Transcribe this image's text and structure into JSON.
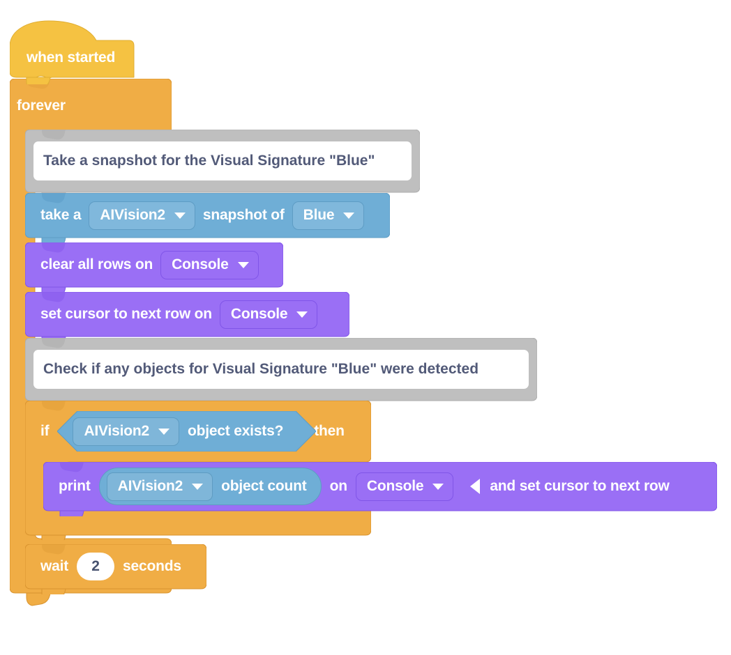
{
  "palette": {
    "event_yellow": "#F5C242",
    "control_orange": "#F0AD45",
    "control_orange_stroke": "#D9942F",
    "sensing_blue": "#6FAED6",
    "sensing_blue_stroke": "#5E9CC4",
    "console_purple": "#9A6FF5",
    "console_purple_stroke": "#8055E8",
    "comment_gray": "#BFBFBF",
    "comment_gray_stroke": "#ADADAD",
    "comment_text": "#525A78",
    "block_text": "#FFFFFF",
    "canvas": "#FFFFFF"
  },
  "program": {
    "hat": {
      "label": "when started",
      "icon": "hat-block-shape"
    },
    "forever": {
      "label": "forever",
      "loop_icon": "loop-arrow-icon"
    },
    "blocks": [
      {
        "kind": "comment",
        "text": "Take a snapshot for the Visual Signature \"Blue\""
      },
      {
        "kind": "sensing",
        "parts": [
          "take a",
          "snapshot of"
        ],
        "dropdowns": [
          "AIVision2",
          "Blue"
        ]
      },
      {
        "kind": "console",
        "parts": [
          "clear all rows on"
        ],
        "dropdowns": [
          "Console"
        ]
      },
      {
        "kind": "console",
        "parts": [
          "set cursor to next row on"
        ],
        "dropdowns": [
          "Console"
        ]
      },
      {
        "kind": "comment",
        "text": "Check if any objects for Visual Signature \"Blue\" were detected"
      },
      {
        "kind": "if",
        "prefix": "if",
        "suffix": "then",
        "condition": {
          "dropdown": "AIVision2",
          "text": "object exists?"
        },
        "body": [
          {
            "kind": "console-print",
            "prefix": "print",
            "middle": "on",
            "tail": "and set cursor to next row",
            "reporter": {
              "dropdown": "AIVision2",
              "text": "object count"
            },
            "dropdown": "Console",
            "collapse_icon": "triangle-left-icon"
          }
        ]
      },
      {
        "kind": "wait",
        "prefix": "wait",
        "value": "2",
        "suffix": "seconds"
      }
    ]
  }
}
